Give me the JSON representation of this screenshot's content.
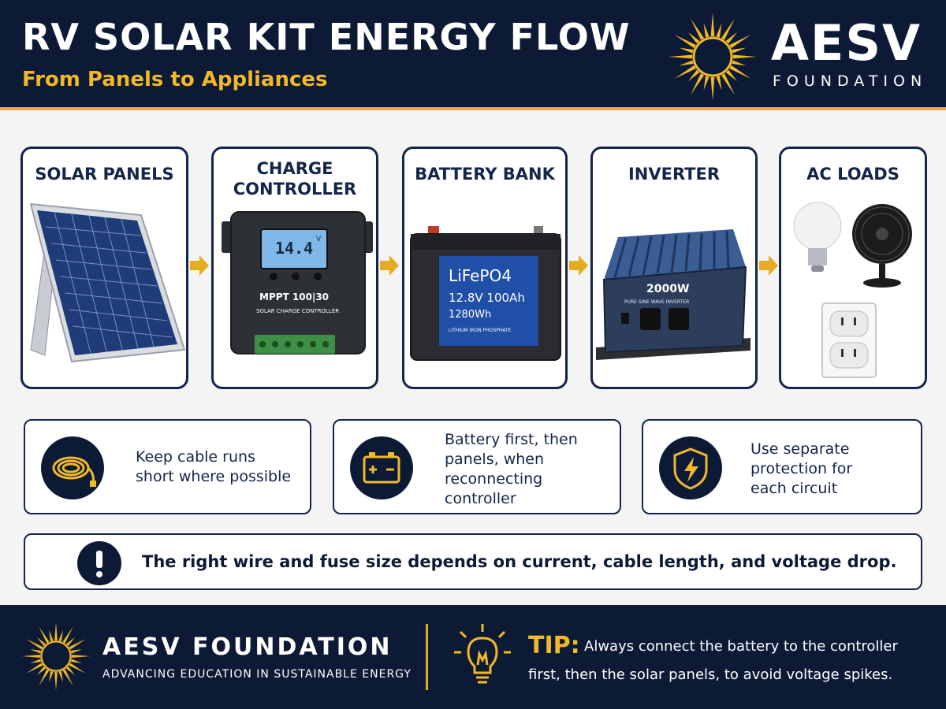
{
  "header": {
    "title": "RV SOLAR KIT ENERGY FLOW",
    "subtitle": "From Panels to Appliances",
    "brand_name": "AESV",
    "brand_sub": "FOUNDATION"
  },
  "flow": {
    "solar": {
      "title": "SOLAR PANELS"
    },
    "controller": {
      "title_line1": "CHARGE",
      "title_line2": "CONTROLLER",
      "display": "14.4",
      "display_unit": "V",
      "model": "MPPT 100|30",
      "label": "SOLAR CHARGE CONTROLLER"
    },
    "battery": {
      "title": "BATTERY BANK",
      "chem": "LiFePO4",
      "spec": "12.8V 100Ah",
      "wh": "1280Wh",
      "small": "LITHIUM IRON PHOSPHATE"
    },
    "inverter": {
      "title": "INVERTER",
      "watt": "2000W",
      "label": "PURE SINE WAVE INVERTER"
    },
    "loads": {
      "title": "AC LOADS"
    }
  },
  "tips": [
    {
      "lines": [
        "Keep cable runs",
        "short where possible"
      ],
      "icon": "cable-icon"
    },
    {
      "lines": [
        "Battery first, then",
        "panels, when",
        "reconnecting",
        "controller"
      ],
      "icon": "battery-icon"
    },
    {
      "lines": [
        "Use separate",
        "protection for",
        "each circuit"
      ],
      "icon": "shield-bolt-icon"
    }
  ],
  "warning": {
    "text": "The right wire and fuse size depends on current, cable length, and voltage drop."
  },
  "footer": {
    "name": "AESV FOUNDATION",
    "tagline": "ADVANCING EDUCATION IN SUSTAINABLE ENERGY",
    "tip_label": "TIP:",
    "tip_line1": "Always connect the battery to the controller",
    "tip_line2": "first, then the solar panels, to avoid voltage spikes."
  },
  "colors": {
    "navy": "#0c1a36",
    "gold": "#f1b82a",
    "card_border": "#13254a"
  }
}
